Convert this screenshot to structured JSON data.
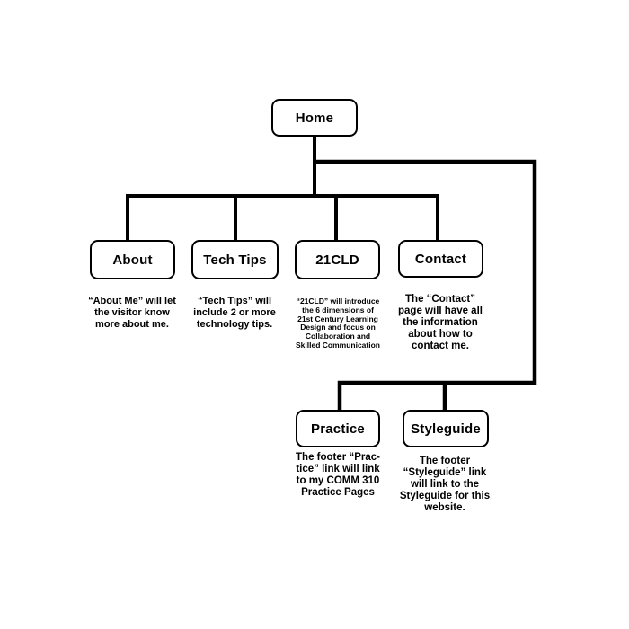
{
  "diagram": {
    "type": "sitemap-flowchart",
    "colors": {
      "background": "#ffffff",
      "line": "#000000",
      "box_border": "#000000",
      "box_fill": "#ffffff",
      "text": "#000000"
    },
    "nodes": {
      "home": {
        "label": "Home",
        "description": ""
      },
      "about": {
        "label": "About",
        "description": "“About Me” will let\nthe visitor know\nmore about me."
      },
      "tech_tips": {
        "label": "Tech Tips",
        "description": "“Tech Tips” will\ninclude 2 or more\ntechnology tips."
      },
      "cld21": {
        "label": "21CLD",
        "description": "“21CLD” will introduce\nthe 6 dimensions of\n21st Century Learning\nDesign and focus on\nCollaboration and\nSkilled Communication"
      },
      "contact": {
        "label": "Contact",
        "description": "The “Contact”\npage will have all\nthe information\nabout how to\ncontact me."
      },
      "practice": {
        "label": "Practice",
        "description": "The footer “Prac-\ntice” link will link\nto my COMM 310\nPractice Pages"
      },
      "styleguide": {
        "label": "Styleguide",
        "description": "The footer\n“Styleguide” link\nwill link to the\nStyleguide for this\nwebsite."
      }
    },
    "edges": [
      "home -> about",
      "home -> tech_tips",
      "home -> cld21",
      "home -> contact",
      "home -> practice",
      "home -> styleguide"
    ]
  }
}
